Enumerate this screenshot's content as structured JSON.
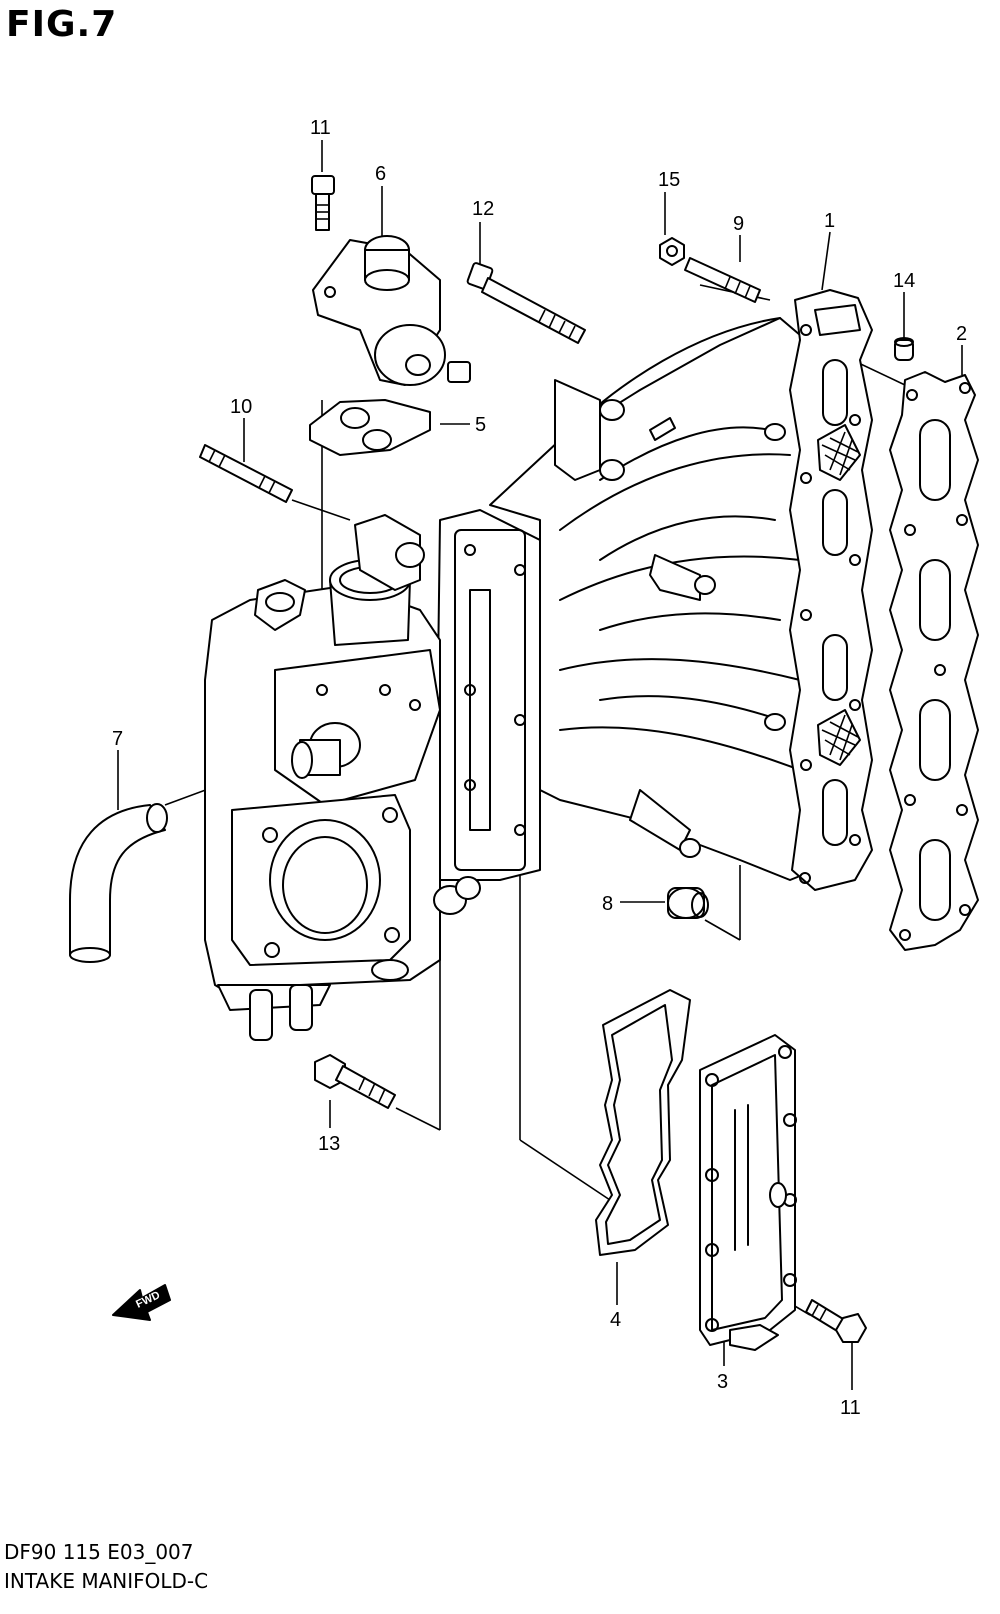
{
  "figure": {
    "title": "FIG.7",
    "code": "DF90 115 E03_007",
    "name": "INTAKE MANIFOLD-C",
    "fwd_label": "FWD"
  },
  "callouts": {
    "c1": "1",
    "c2": "2",
    "c3": "3",
    "c4": "4",
    "c5": "5",
    "c6": "6",
    "c7": "7",
    "c8": "8",
    "c9": "9",
    "c10": "10",
    "c11a": "11",
    "c11b": "11",
    "c12": "12",
    "c13": "13",
    "c14": "14",
    "c15": "15"
  }
}
